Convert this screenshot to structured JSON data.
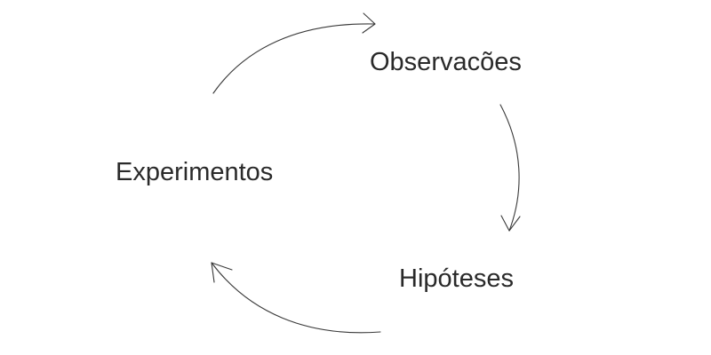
{
  "cycle": {
    "stages": [
      {
        "label": "Observacões"
      },
      {
        "label": "Hipóteses"
      },
      {
        "label": "Experimentos"
      }
    ]
  },
  "colors": {
    "text": "#2a2a2a",
    "arrow": "#3a3a3a",
    "background": "#ffffff"
  }
}
